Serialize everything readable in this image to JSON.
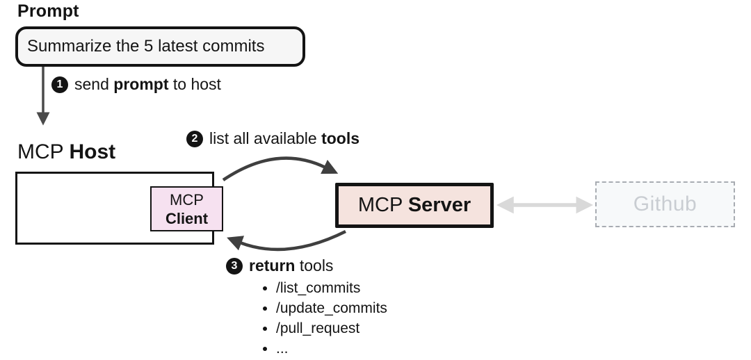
{
  "prompt": {
    "heading": "Prompt",
    "message": "Summarize the 5 latest commits"
  },
  "steps": {
    "one": {
      "num": "1",
      "pre": "send ",
      "bold": "prompt",
      "post": " to host"
    },
    "two": {
      "num": "2",
      "pre": "list all available ",
      "bold": "tools",
      "post": ""
    },
    "three": {
      "num": "3",
      "pre": "",
      "bold": "return",
      "post": " tools"
    }
  },
  "host": {
    "label_normal": "MCP ",
    "label_bold": "Host"
  },
  "client": {
    "line1": "MCP",
    "line2": "Client"
  },
  "server": {
    "label_normal": "MCP ",
    "label_bold": "Server"
  },
  "github": {
    "label": "Github"
  },
  "tools": {
    "items": [
      "/list_commits",
      "/update_commits",
      "/pull_request",
      "..."
    ]
  },
  "colors": {
    "ink": "#141414",
    "arrow_dark": "#3f3f3f",
    "arrow_down": "#4a4a4a",
    "arrow_gray": "#d9d9d9",
    "prompt_fill": "#f6f6f6",
    "client_fill": "#f6e1f0",
    "server_fill": "#f5e3de",
    "github_fill": "#f7f9fa",
    "github_border": "#a8acb2",
    "github_text": "#c9cdd2"
  }
}
